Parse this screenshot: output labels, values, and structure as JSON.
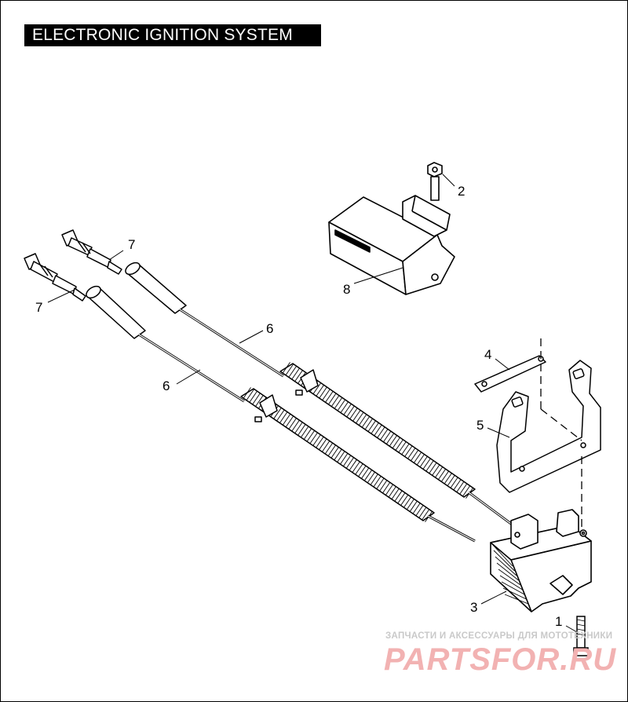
{
  "title": "ELECTRONIC IGNITION SYSTEM",
  "callouts": {
    "c1": "1",
    "c2": "2",
    "c3": "3",
    "c4": "4",
    "c5": "5",
    "c6a": "6",
    "c6b": "6",
    "c7a": "7",
    "c7b": "7",
    "c8": "8"
  },
  "watermark": {
    "line1": "ЗАПЧАСТИ И АКСЕССУАРЫ ДЛЯ МОТОТЕХНИКИ",
    "logo": "PARTSFOR.RU"
  },
  "colors": {
    "line": "#000000",
    "title_bg": "#000000",
    "title_text": "#ffffff",
    "watermark_text": "#c9c9c9",
    "watermark_logo": "#f2b2b2"
  }
}
